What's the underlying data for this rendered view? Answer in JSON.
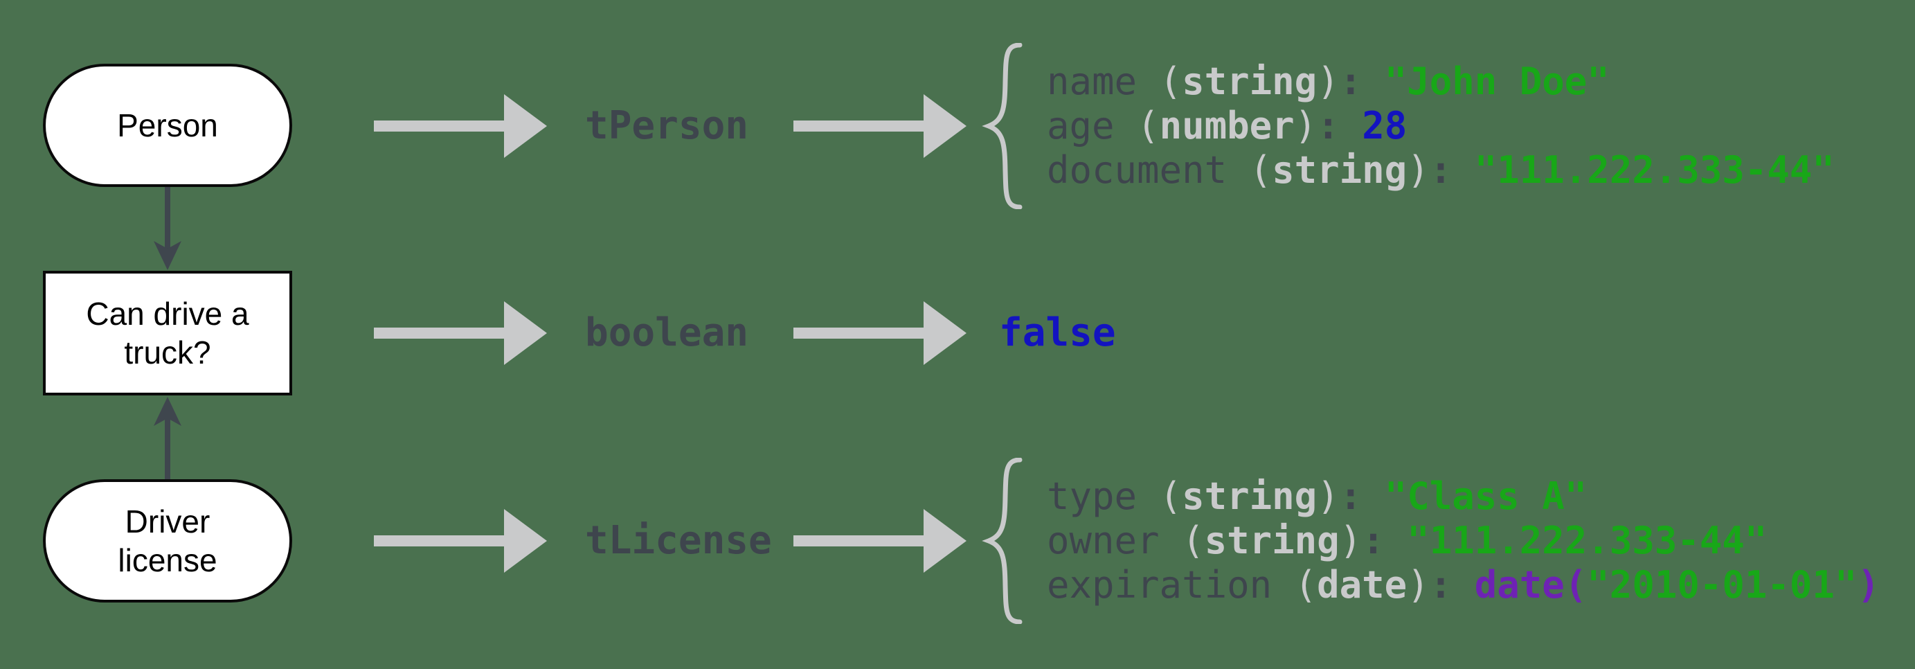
{
  "colors": {
    "background": "#4A714F",
    "ink": "#3E454D",
    "light_gray": "#C9CACB",
    "green": "#18A718",
    "blue": "#1313C0",
    "purple": "#6E22B4",
    "node_fill": "#FFFFFF",
    "node_border": "#0A0A0A",
    "edge_dark": "#3F464E"
  },
  "rows": [
    {
      "shape": {
        "kind": "stadium",
        "label": "Person",
        "label_lines": [
          "Person"
        ]
      },
      "type_label": "tPerson",
      "fields": [
        {
          "name": "name",
          "type": "string",
          "value_tokens": [
            {
              "text": "\"John Doe\"",
              "color": "green"
            }
          ]
        },
        {
          "name": "age",
          "type": "number",
          "value_tokens": [
            {
              "text": "28",
              "color": "blue"
            }
          ]
        },
        {
          "name": "document",
          "type": "string",
          "value_tokens": [
            {
              "text": "\"111.222.333-44\"",
              "color": "green"
            }
          ]
        }
      ]
    },
    {
      "shape": {
        "kind": "rect",
        "label": "Can drive a truck?",
        "label_lines": [
          "Can drive a",
          "truck?"
        ]
      },
      "type_label": "boolean",
      "value_tokens": [
        {
          "text": "false",
          "color": "blue"
        }
      ]
    },
    {
      "shape": {
        "kind": "stadium",
        "label": "Driver license",
        "label_lines": [
          "Driver",
          "license"
        ]
      },
      "type_label": "tLicense",
      "fields": [
        {
          "name": "type",
          "type": "string",
          "value_tokens": [
            {
              "text": "\"Class A\"",
              "color": "green"
            }
          ]
        },
        {
          "name": "owner",
          "type": "string",
          "value_tokens": [
            {
              "text": "\"111.222.333-44\"",
              "color": "green"
            }
          ]
        },
        {
          "name": "expiration",
          "type": "date",
          "value_tokens": [
            {
              "text": "date(",
              "color": "purple"
            },
            {
              "text": "\"2010-01-01\"",
              "color": "green"
            },
            {
              "text": ")",
              "color": "purple"
            }
          ]
        }
      ]
    }
  ],
  "edges": [
    {
      "from": "Person",
      "to": "Can drive a truck?",
      "arrow": "down"
    },
    {
      "from": "Driver license",
      "to": "Can drive a truck?",
      "arrow": "up"
    }
  ]
}
